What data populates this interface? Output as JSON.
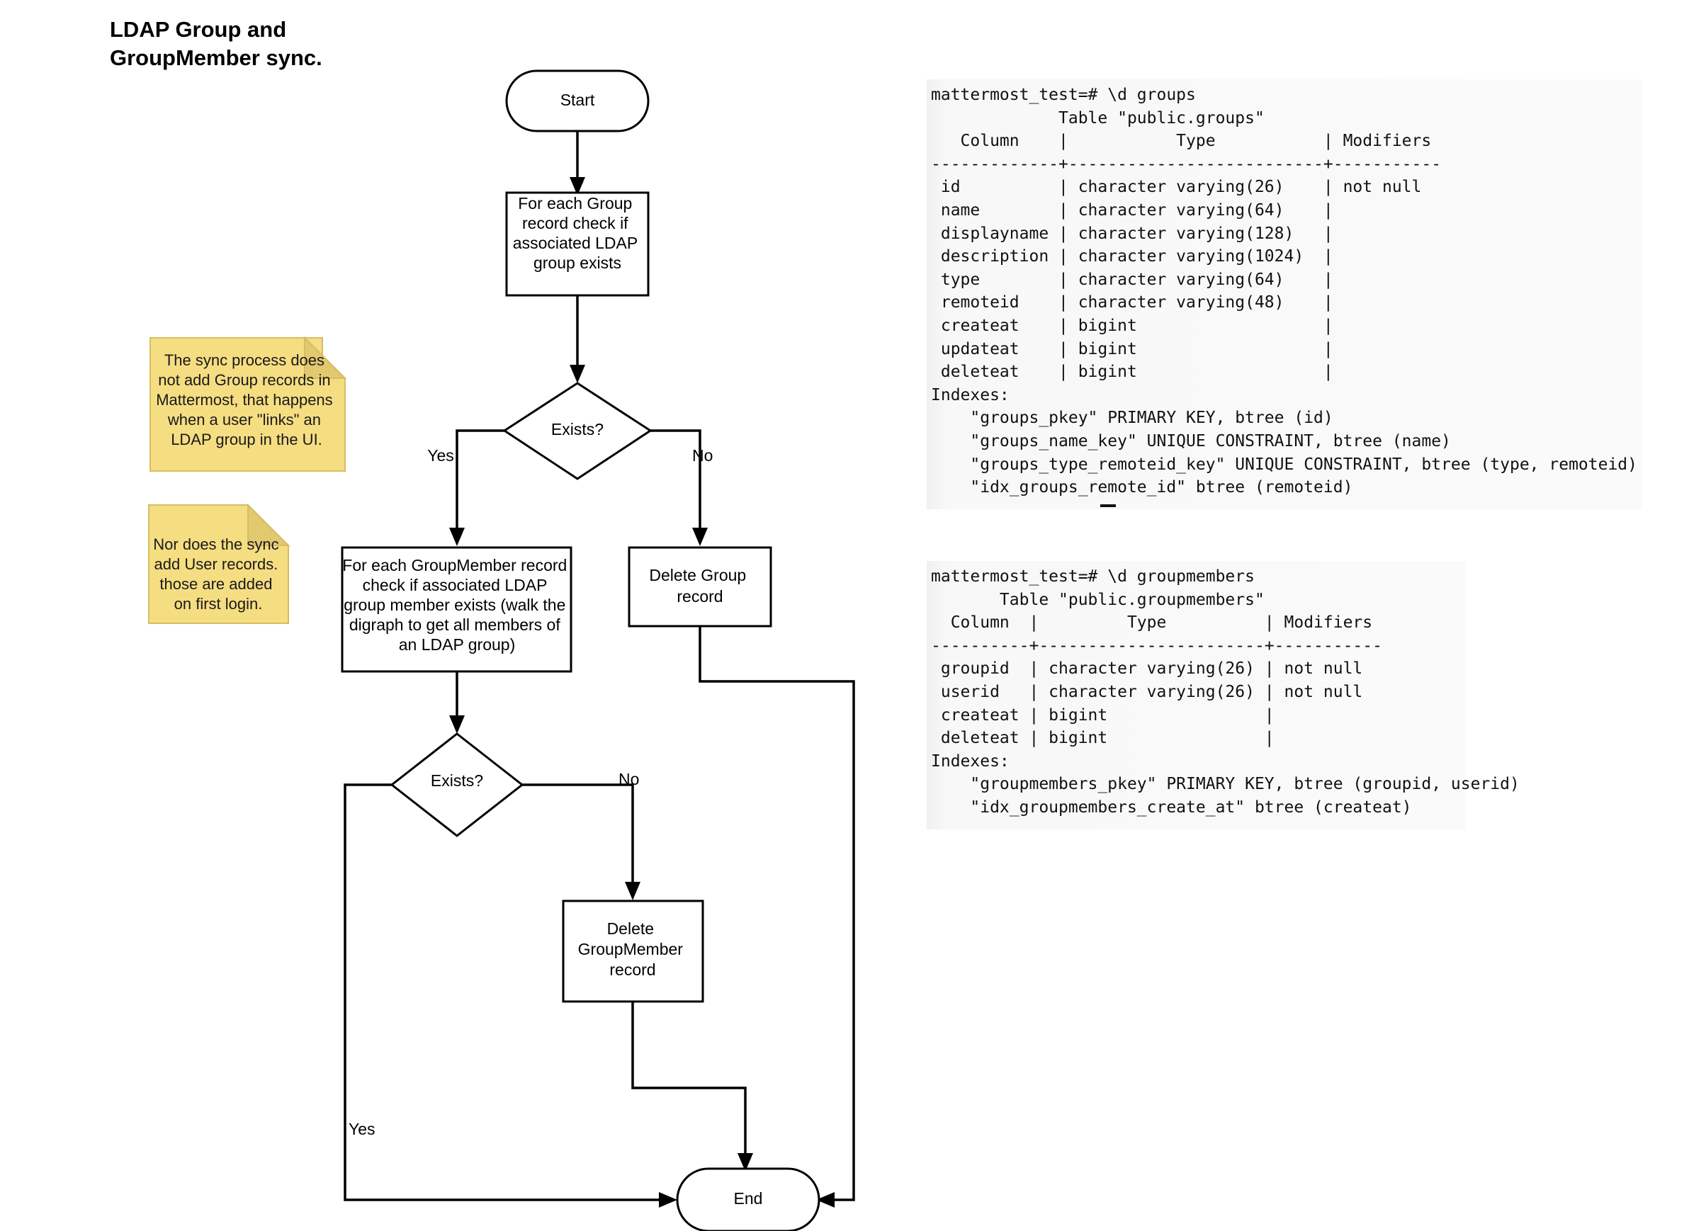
{
  "title": "LDAP Group and\nGroupMember sync.",
  "flowchart": {
    "nodes": {
      "start": {
        "label": "Start",
        "shape": "terminator"
      },
      "check_group": {
        "label": "For each Group\nrecord check if\nassociated LDAP\ngroup exists",
        "shape": "process"
      },
      "decision_group": {
        "label": "Exists?",
        "shape": "decision"
      },
      "check_member": {
        "label": "For each GroupMember record\ncheck if associated LDAP\ngroup member exists (walk the\ndigraph to get all members of\nan LDAP group)",
        "shape": "process"
      },
      "delete_group": {
        "label": "Delete Group\nrecord",
        "shape": "process"
      },
      "decision_member": {
        "label": "Exists?",
        "shape": "decision"
      },
      "delete_member": {
        "label": "Delete\nGroupMember\nrecord",
        "shape": "process"
      },
      "end": {
        "label": "End",
        "shape": "terminator"
      }
    },
    "edge_labels": {
      "group_yes": "Yes",
      "group_no": "No",
      "member_no": "No",
      "member_yes": "Yes"
    }
  },
  "notes": [
    {
      "text": "The sync process does\nnot add Group records in\nMattermost, that happens\nwhen a user \"links\" an\nLDAP group in the UI."
    },
    {
      "text": "Nor does the sync\nadd User records.\nthose are added\non first login."
    }
  ],
  "terminals": [
    {
      "name": "groups-table",
      "lines": [
        "mattermost_test=# \\d groups",
        "             Table \"public.groups\"",
        "   Column    |           Type           | Modifiers",
        "-------------+--------------------------+-----------",
        " id          | character varying(26)    | not null",
        " name        | character varying(64)    |",
        " displayname | character varying(128)   |",
        " description | character varying(1024)  |",
        " type        | character varying(64)    |",
        " remoteid    | character varying(48)    |",
        " createat    | bigint                   |",
        " updateat    | bigint                   |",
        " deleteat    | bigint                   |",
        "Indexes:",
        "    \"groups_pkey\" PRIMARY KEY, btree (id)",
        "    \"groups_name_key\" UNIQUE CONSTRAINT, btree (name)",
        "    \"groups_type_remoteid_key\" UNIQUE CONSTRAINT, btree (type, remoteid)",
        "    \"idx_groups_remote_id\" btree (remoteid)"
      ]
    },
    {
      "name": "groupmembers-table",
      "lines": [
        "mattermost_test=# \\d groupmembers",
        "       Table \"public.groupmembers\"",
        "  Column  |         Type          | Modifiers",
        "----------+-----------------------+-----------",
        " groupid  | character varying(26) | not null",
        " userid   | character varying(26) | not null",
        " createat | bigint                |",
        " deleteat | bigint                |",
        "Indexes:",
        "    \"groupmembers_pkey\" PRIMARY KEY, btree (groupid, userid)",
        "    \"idx_groupmembers_create_at\" btree (createat)"
      ]
    }
  ],
  "colors": {
    "note_fill": "#f5dd82",
    "note_fold": "#e2c96f",
    "stroke": "#000000",
    "terminal_bg": "#f8f8f8"
  }
}
